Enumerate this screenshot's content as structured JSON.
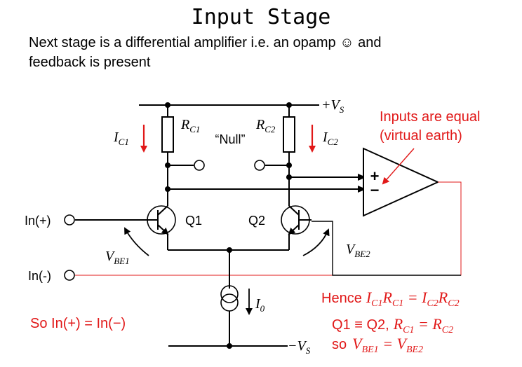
{
  "slide": {
    "title": "Input Stage",
    "subtitle_line1": "Next stage is a differential amplifier i.e. an opamp ☺ and",
    "subtitle_line2": "feedback is present"
  },
  "circuit": {
    "vs_pos": "+V",
    "vs_pos_sub": "S",
    "vs_neg": "−V",
    "vs_neg_sub": "S",
    "rc1": "R",
    "rc1_sub": "C1",
    "rc2": "R",
    "rc2_sub": "C2",
    "ic1": "I",
    "ic1_sub": "C1",
    "ic2": "I",
    "ic2_sub": "C2",
    "null_label": "“Null”",
    "q1": "Q1",
    "q2": "Q2",
    "in_plus": "In(+)",
    "in_minus": "In(-)",
    "vbe1": "V",
    "vbe1_sub": "BE1",
    "vbe2": "V",
    "vbe2_sub": "BE2",
    "i0": "I",
    "i0_sub": "0",
    "opamp_plus": "+",
    "opamp_minus": "−"
  },
  "annotations": {
    "inputs_equal_1": "Inputs are equal",
    "inputs_equal_2": "(virtual earth)",
    "hence": "Hence",
    "hence_eq_1": "I",
    "hence_eq_1_sub": "C1",
    "hence_eq_2": "R",
    "hence_eq_2_sub": "C1",
    "hence_eq_3": " = I",
    "hence_eq_3_sub": "C2",
    "hence_eq_4": "R",
    "hence_eq_4_sub": "C2",
    "q_equiv": "Q1 ≡ Q2,",
    "rc_eq_1": "R",
    "rc_eq_1_sub": "C1",
    "rc_eq_2": " = R",
    "rc_eq_2_sub": "C2",
    "so_vbe": "so",
    "vbe_eq_1": "V",
    "vbe_eq_1_sub": "BE1",
    "vbe_eq_2": " = V",
    "vbe_eq_2_sub": "BE2",
    "so_in": "So In(+) = In(−)"
  },
  "colors": {
    "annotation": "#e11818",
    "wire": "#000000"
  }
}
